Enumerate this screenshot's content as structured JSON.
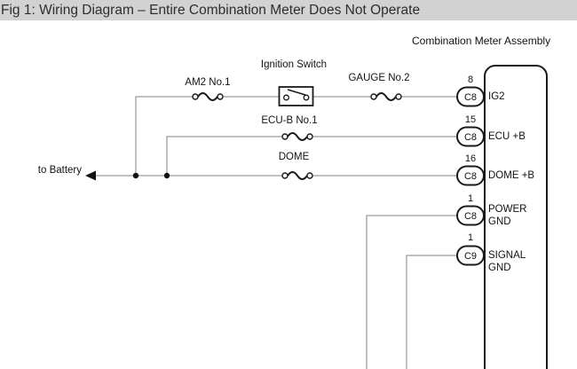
{
  "title_bar": {
    "title": "Fig 1: Wiring Diagram – Entire Combination Meter Does Not Operate"
  },
  "diagram": {
    "assembly_label": "Combination Meter Assembly",
    "battery_label": "to Battery",
    "ignition_switch_label": "Ignition Switch",
    "fuses": [
      {
        "name": "AM2 No.1"
      },
      {
        "name": "GAUGE No.2"
      },
      {
        "name": "ECU-B No.1"
      },
      {
        "name": "DOME"
      }
    ],
    "ports": [
      {
        "pin": "8",
        "connector": "C8",
        "label": "IG2"
      },
      {
        "pin": "15",
        "connector": "C8",
        "label": "ECU +B"
      },
      {
        "pin": "16",
        "connector": "C8",
        "label": "DOME +B"
      },
      {
        "pin": "1",
        "connector": "C8",
        "label": "POWER GND"
      },
      {
        "pin": "1",
        "connector": "C9",
        "label": "SIGNAL GND"
      }
    ],
    "colors": {
      "titlebar_bg": "#d2d2d2",
      "wire": "#808080",
      "component_stroke": "#1a1a1a"
    }
  }
}
